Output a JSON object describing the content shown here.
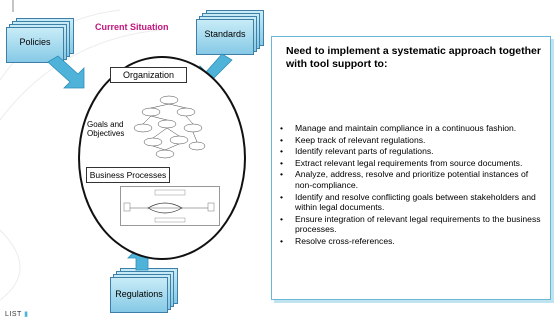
{
  "diagram": {
    "title": "Current Situation",
    "inputs": {
      "policies": "Policies",
      "standards": "Standards",
      "regulations": "Regulations"
    },
    "organization_boxes": {
      "organization": "Organization",
      "goals": "Goals and Objectives",
      "business_processes": "Business Processes"
    },
    "footer_logo_text": "LIST"
  },
  "panel": {
    "heading": "Need to implement a systematic approach  together with tool support to:",
    "bullets": [
      "Manage and maintain compliance in a continuous fashion.",
      "Keep track of relevant regulations.",
      "Identify relevant parts of regulations.",
      "Extract relevant legal requirements from source documents.",
      "Analyze, address, resolve and prioritize potential instances of non-compliance.",
      "Identify and resolve conflicting goals between stakeholders and within legal documents.",
      "Ensure integration of relevant legal requirements to the business processes.",
      "Resolve cross-references."
    ]
  },
  "colors": {
    "title": "#c0167e",
    "doc_fill": "#a8dcef",
    "arrow": "#4fb3d9",
    "panel_border": "#6ab7d8"
  }
}
